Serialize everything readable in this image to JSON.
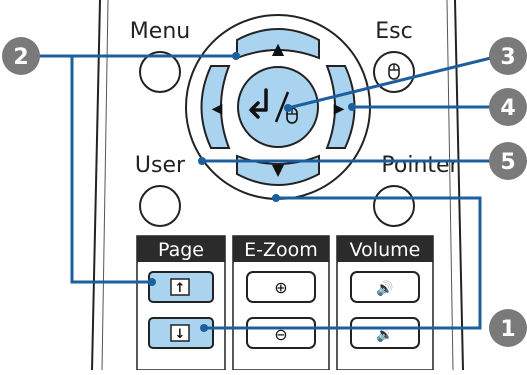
{
  "remote": {
    "menu_label": "Menu",
    "esc_label": "Esc",
    "user_label": "User",
    "pointer_label": "Pointer",
    "enter_glyph": "↲/⁠​",
    "arrow_up": "▲",
    "arrow_down": "▼",
    "arrow_left": "◀",
    "arrow_right": "▶",
    "groups": [
      {
        "label": "Page",
        "top_glyph": "↑",
        "bottom_glyph": "↓"
      },
      {
        "label": "E-Zoom",
        "top_glyph": "⊕",
        "bottom_glyph": "⊖"
      },
      {
        "label": "Volume",
        "top_glyph": "🔊",
        "bottom_glyph": "🔉"
      }
    ]
  },
  "callouts": {
    "c1": "1",
    "c2": "2",
    "c3": "3",
    "c4": "4",
    "c5": "5"
  },
  "colors": {
    "accent_blue": "#a9d3ee",
    "callout_gray": "#7a7a7a",
    "line_blue": "#1c5f9f",
    "dark_header": "#2b2b2b"
  }
}
